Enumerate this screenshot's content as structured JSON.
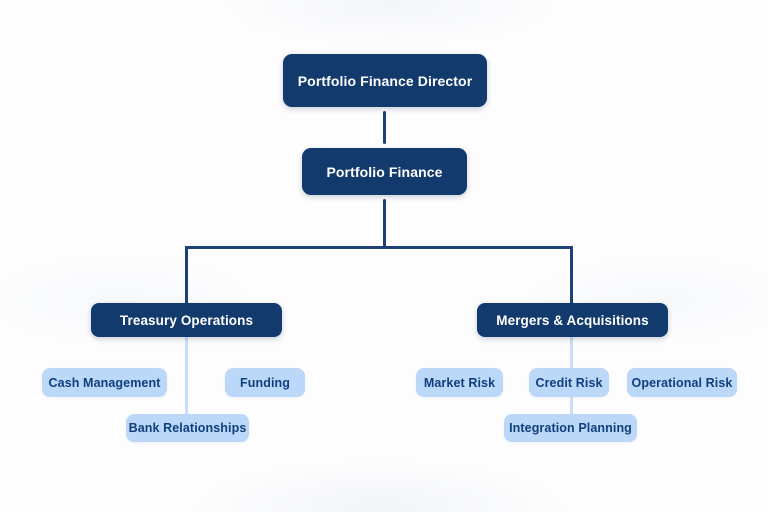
{
  "org_chart": {
    "type": "org-chart",
    "nodes": {
      "director": {
        "label": "Portfolio Finance Director",
        "style": "primary"
      },
      "portfolio_finance": {
        "label": "Portfolio Finance",
        "style": "primary"
      },
      "treasury_operations": {
        "label": "Treasury Operations",
        "style": "primary"
      },
      "mergers_acquisitions": {
        "label": "Mergers & Acquisitions",
        "style": "primary"
      },
      "cash_management": {
        "label": "Cash Management",
        "style": "secondary"
      },
      "funding": {
        "label": "Funding",
        "style": "secondary"
      },
      "bank_relationships": {
        "label": "Bank Relationships",
        "style": "secondary"
      },
      "market_risk": {
        "label": "Market Risk",
        "style": "secondary"
      },
      "credit_risk": {
        "label": "Credit Risk",
        "style": "secondary"
      },
      "operational_risk": {
        "label": "Operational Risk",
        "style": "secondary"
      },
      "integration_planning": {
        "label": "Integration Planning",
        "style": "secondary"
      }
    },
    "hierarchy": [
      {
        "parent": "Portfolio Finance Director",
        "children": [
          "Portfolio Finance"
        ]
      },
      {
        "parent": "Portfolio Finance",
        "children": [
          "Treasury Operations",
          "Mergers & Acquisitions"
        ]
      },
      {
        "parent": "Treasury Operations",
        "children": [
          "Cash Management",
          "Funding",
          "Bank Relationships"
        ]
      },
      {
        "parent": "Mergers & Acquisitions",
        "children": [
          "Market Risk",
          "Credit Risk",
          "Operational Risk",
          "Integration Planning"
        ]
      }
    ]
  },
  "colors": {
    "primary_node_bg": "#133a6d",
    "primary_node_text": "#ffffff",
    "secondary_node_bg": "#bcd8f8",
    "secondary_node_text": "#0f3f7d",
    "connector_primary": "#1d4176",
    "connector_secondary": "#cadef7",
    "canvas_bg": "#fdfdfe"
  }
}
